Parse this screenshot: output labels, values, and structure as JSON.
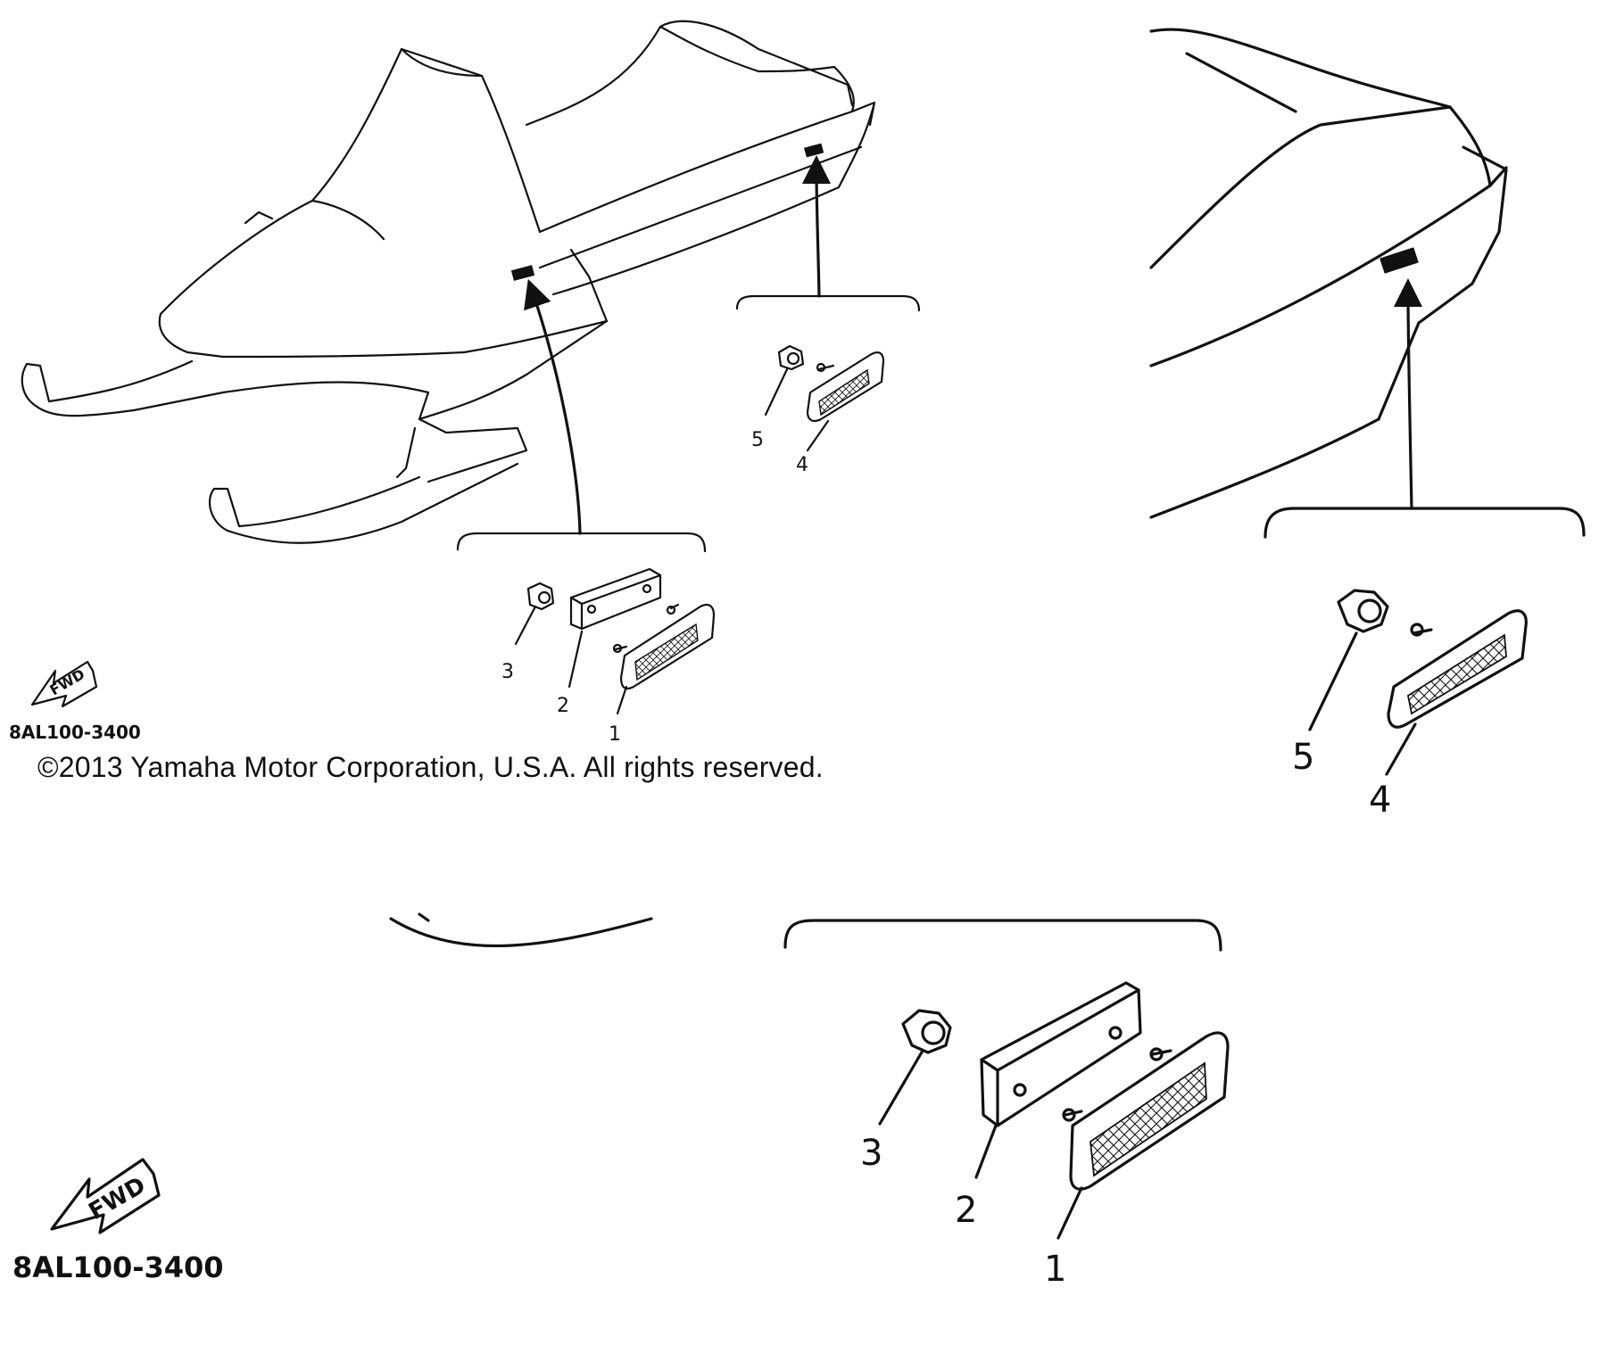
{
  "callouts": [
    "1",
    "2",
    "3",
    "4",
    "5"
  ],
  "forward_marker": "FWD",
  "diagram_code": "8AL100-3400",
  "copyright": "©2013 Yamaha Motor Corporation, U.S.A. All rights reserved."
}
